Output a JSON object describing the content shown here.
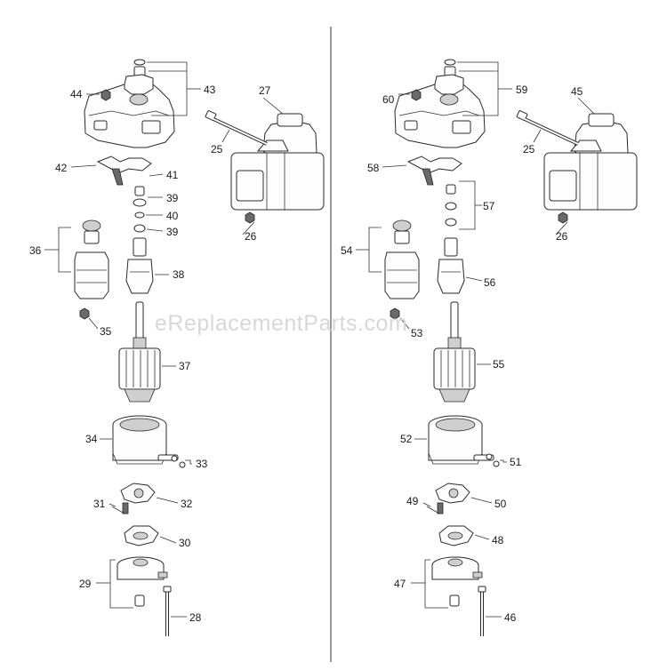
{
  "watermark": "eReplacementParts.com",
  "callouts": {
    "left": {
      "c44": "44",
      "c43": "43",
      "c27": "27",
      "c25": "25",
      "c42": "42",
      "c41": "41",
      "c39a": "39",
      "c40": "40",
      "c39b": "39",
      "c26": "26",
      "c36": "36",
      "c38": "38",
      "c35": "35",
      "c37": "37",
      "c34": "34",
      "c33": "33",
      "c31": "31",
      "c32": "32",
      "c30": "30",
      "c29": "29",
      "c28": "28"
    },
    "right": {
      "c60": "60",
      "c59": "59",
      "c45": "45",
      "c25": "25",
      "c58": "58",
      "c57": "57",
      "c26": "26",
      "c54": "54",
      "c56": "56",
      "c53": "53",
      "c55": "55",
      "c52": "52",
      "c51": "51",
      "c49": "49",
      "c50": "50",
      "c48": "48",
      "c47": "47",
      "c46": "46"
    }
  }
}
